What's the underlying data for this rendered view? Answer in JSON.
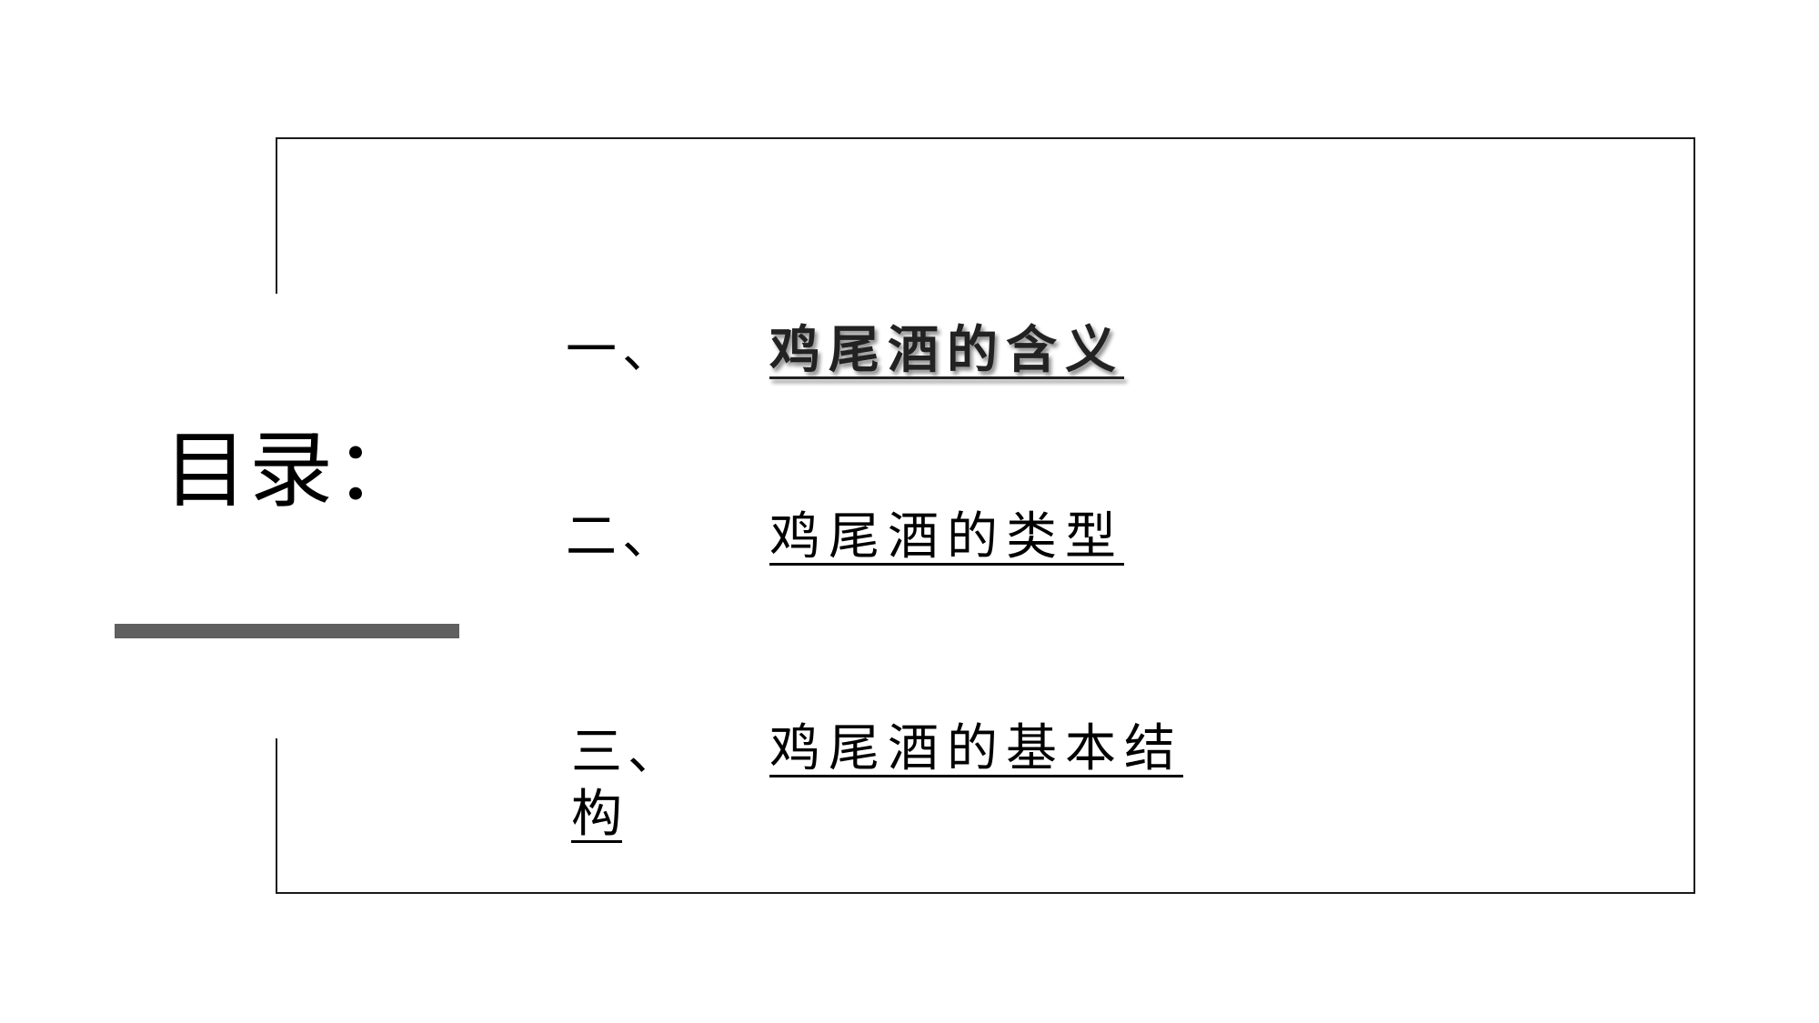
{
  "slide": {
    "title": "目录：",
    "items": [
      {
        "number": "一、",
        "text": "鸡尾酒的含义"
      },
      {
        "number": "二、",
        "text": "鸡尾酒的类型"
      },
      {
        "number": "三、",
        "text": "鸡尾酒的基本结",
        "continuation": "构"
      }
    ],
    "colors": {
      "frame": "#1a1a1a",
      "title_bar": "#606060",
      "text": "#000000"
    }
  }
}
